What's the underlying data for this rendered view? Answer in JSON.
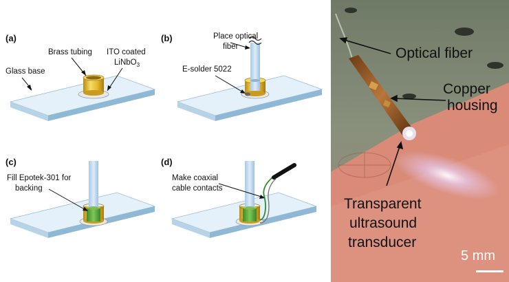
{
  "panels": {
    "a": {
      "id": "(a)",
      "brass": "Brass tubing",
      "ito_1": "ITO coated",
      "ito_2": "LiNbO",
      "ito_sub": "3",
      "glass": "Glass base"
    },
    "b": {
      "id": "(b)",
      "fiber_1": "Place optical",
      "fiber_2": "fiber",
      "solder": "E-solder 5022"
    },
    "c": {
      "id": "(c)",
      "epo_1": "Fill Epotek-301 for",
      "epo_2": "backing"
    },
    "d": {
      "id": "(d)",
      "cable_1": "Make coaxial",
      "cable_2": "cable contacts"
    }
  },
  "photo": {
    "fiber": "Optical fiber",
    "housing_1": "Copper",
    "housing_2": "housing",
    "trans_1": "Transparent",
    "trans_2": "ultrasound",
    "trans_3": "transducer",
    "scale": "5 mm"
  },
  "colors": {
    "glass_top": "#e4f1fb",
    "glass_side": "#8fb8d4",
    "brass": "#e7c23a",
    "epoxy": "#5fae3d",
    "fiber": "#c4ddf2",
    "photo_bg": "#7b8570",
    "photo_table": "#d98b78"
  }
}
